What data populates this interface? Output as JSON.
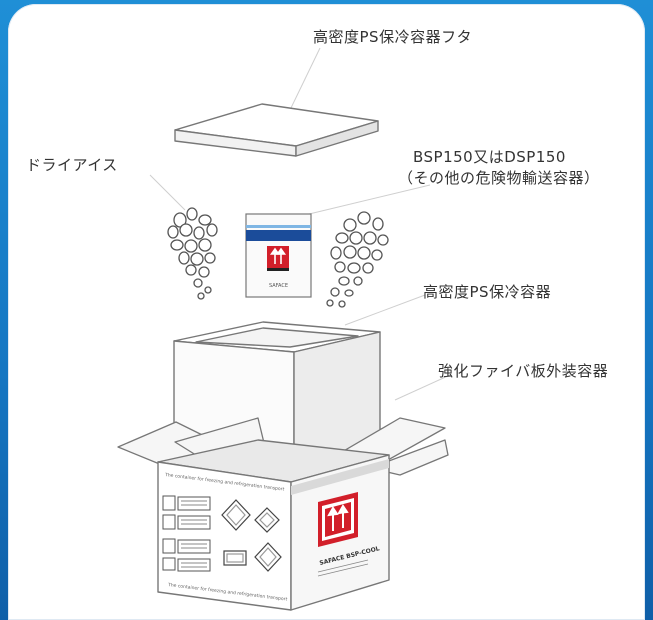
{
  "labels": {
    "lid": "高密度PS保冷容器フタ",
    "dry_ice": "ドライアイス",
    "bsp_line1": "BSP150又はDSP150",
    "bsp_line2": "（その他の危険物輸送容器）",
    "inner_box": "高密度PS保冷容器",
    "outer_box": "強化ファイバ板外装容器"
  },
  "box_texts": {
    "side_caption": "The container for freezing and refrigeration transport",
    "brand": "SAFACE BSP-COOL",
    "card_brand": "SAFACE"
  },
  "colors": {
    "background": "#1576c2",
    "accent_red": "#d21f2a",
    "accent_blue": "#1b4c9a",
    "line": "#555555"
  }
}
